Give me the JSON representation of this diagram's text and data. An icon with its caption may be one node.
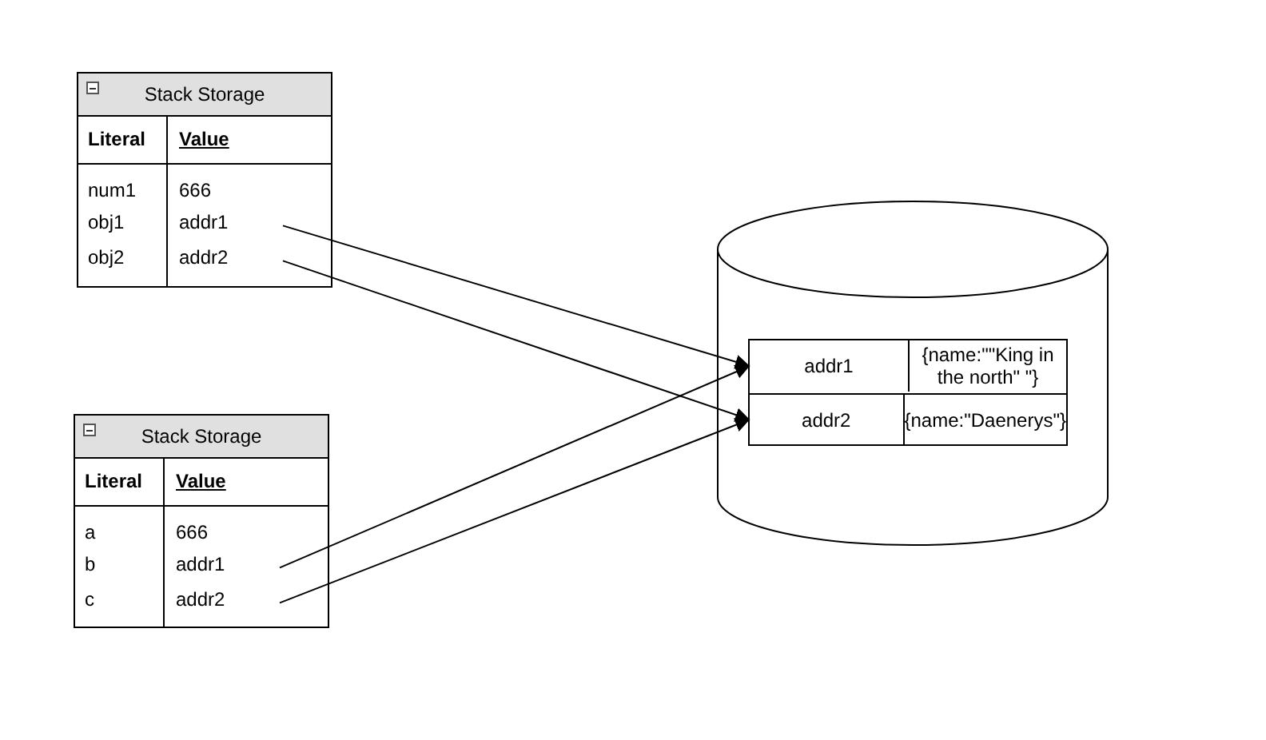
{
  "diagram": {
    "nodes": [
      {
        "text": [
          "Stack Storage"
        ]
      },
      {
        "text": [
          "Literal",
          "Value"
        ],
        "in": 0
      },
      {
        "text": [
          "num1",
          "666"
        ],
        "in": 0
      },
      {
        "text": [
          "obj1",
          "addr1"
        ],
        "in": 0
      },
      {
        "text": [
          "obj2",
          "addr2"
        ],
        "in": 0
      },
      {
        "text": [
          "Stack Storage"
        ]
      },
      {
        "text": [
          "Literal",
          "Value"
        ],
        "in": 5
      },
      {
        "text": [
          "a",
          "666"
        ],
        "in": 5
      },
      {
        "text": [
          "b",
          "addr1"
        ],
        "in": 5
      },
      {
        "text": [
          "c",
          "addr2"
        ],
        "in": 5
      },
      {
        "text": [],
        "shape": "cylinder"
      },
      {
        "text": [
          "addr1",
          "{name:\"\"King in the north\" \"}"
        ],
        "in": 10
      },
      {
        "text": [
          "addr2",
          "{name:\"Daenerys\"}"
        ],
        "in": 10
      }
    ],
    "edges": [
      {
        "from": 3,
        "to": 11,
        "arrow": "to"
      },
      {
        "from": 4,
        "to": 12,
        "arrow": "to"
      },
      {
        "from": 8,
        "to": 11,
        "arrow": "to"
      },
      {
        "from": 9,
        "to": 12,
        "arrow": "to"
      }
    ]
  }
}
